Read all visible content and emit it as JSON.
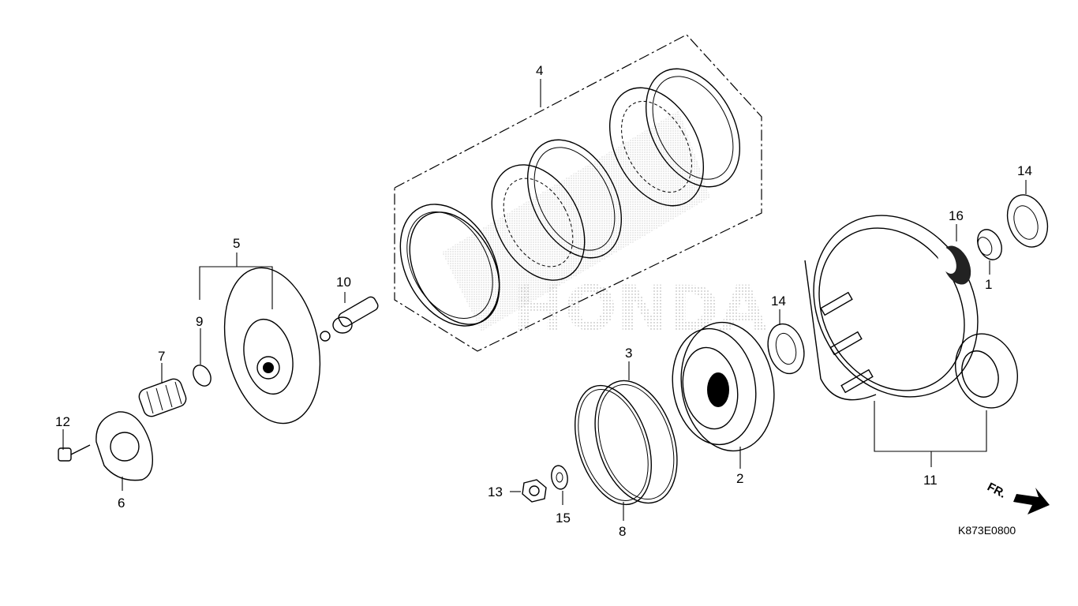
{
  "diagram_code": "K873E0800",
  "front_indicator": "FR.",
  "watermark_text": "HONDA",
  "callouts": [
    "1",
    "2",
    "3",
    "4",
    "5",
    "6",
    "7",
    "8",
    "9",
    "10",
    "11",
    "12",
    "13",
    "14",
    "15",
    "16"
  ],
  "callout_14_second": "14"
}
